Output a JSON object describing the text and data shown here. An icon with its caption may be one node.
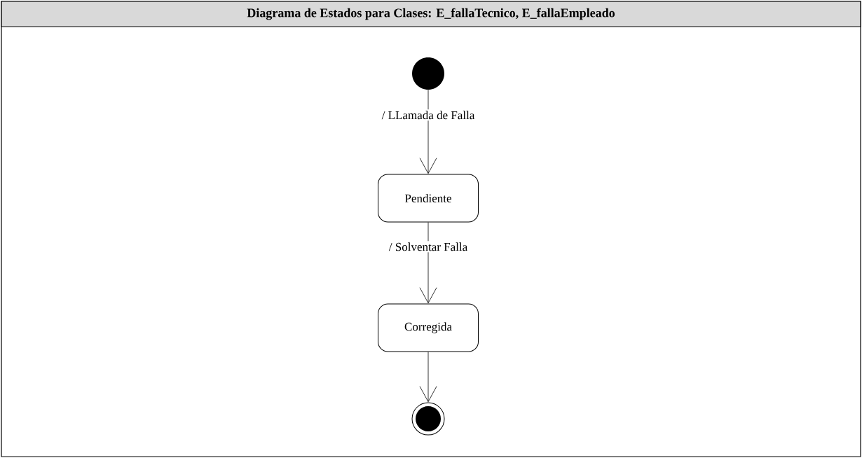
{
  "diagram": {
    "title": "Diagrama de Estados para Clases:  E_fallaTecnico, E_fallaEmpleado",
    "nodes": [
      {
        "text": [],
        "shape": "circle"
      },
      {
        "text": [
          "Pendiente"
        ]
      },
      {
        "text": [
          "Corregida"
        ]
      },
      {
        "text": [],
        "shape": "bullseye"
      }
    ],
    "edges": [
      {
        "from": 0,
        "to": 1,
        "arrow": "to",
        "label": "/ LLamada de Falla"
      },
      {
        "from": 1,
        "to": 2,
        "arrow": "to",
        "label": "/ Solventar Falla"
      },
      {
        "from": 2,
        "to": 3,
        "arrow": "to"
      }
    ]
  }
}
